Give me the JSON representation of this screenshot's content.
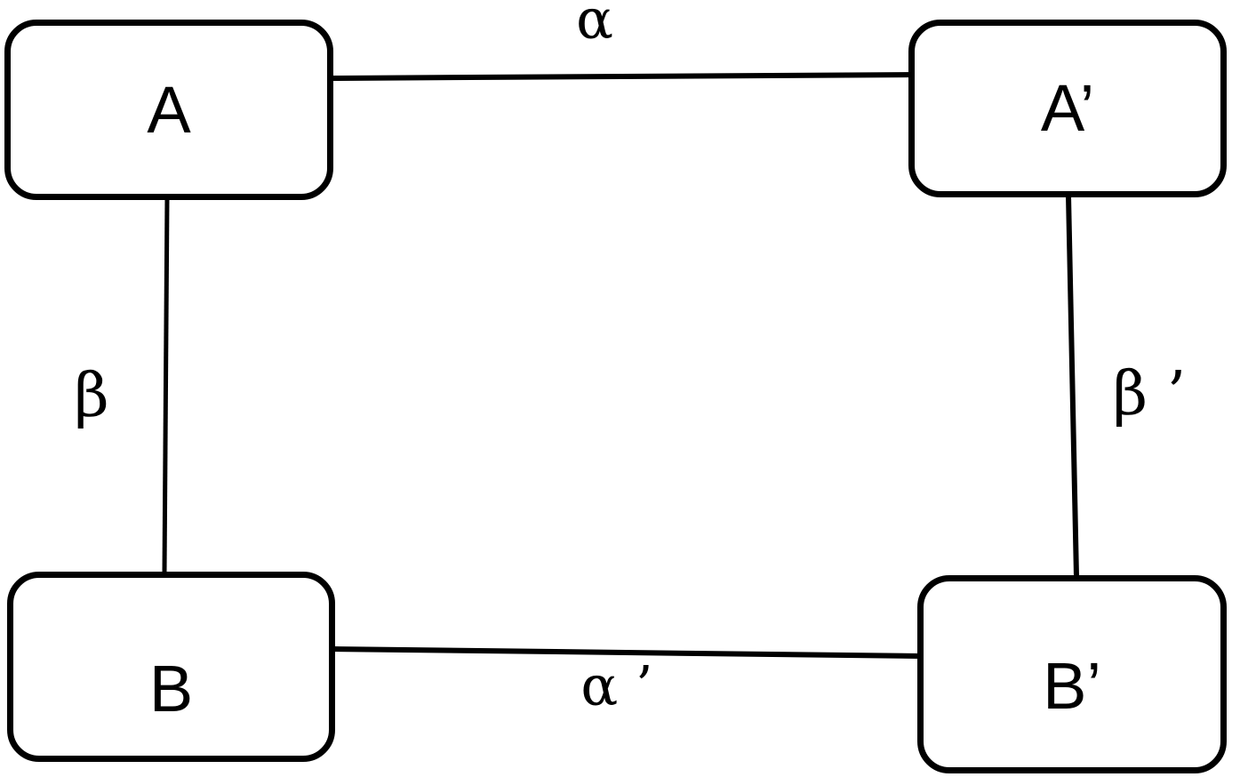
{
  "diagram": {
    "type": "commutative-square",
    "colors": {
      "stroke": "#000000",
      "background": "#ffffff",
      "text": "#000000"
    },
    "nodes": {
      "a": {
        "id": "A",
        "label": "A"
      },
      "a_prime": {
        "id": "A'",
        "label": "A’"
      },
      "b": {
        "id": "B",
        "label": "B"
      },
      "b_prime": {
        "id": "B'",
        "label": "B’"
      }
    },
    "edges": {
      "alpha": {
        "label": "α",
        "from": "A",
        "to": "A’",
        "position": "top"
      },
      "beta": {
        "label": "β",
        "from": "A",
        "to": "B",
        "position": "left"
      },
      "beta_prime": {
        "label": "β ’",
        "from": "A’",
        "to": "B’",
        "position": "right"
      },
      "alpha_prime": {
        "label": "α ’",
        "from": "B",
        "to": "B’",
        "position": "bottom"
      }
    }
  }
}
